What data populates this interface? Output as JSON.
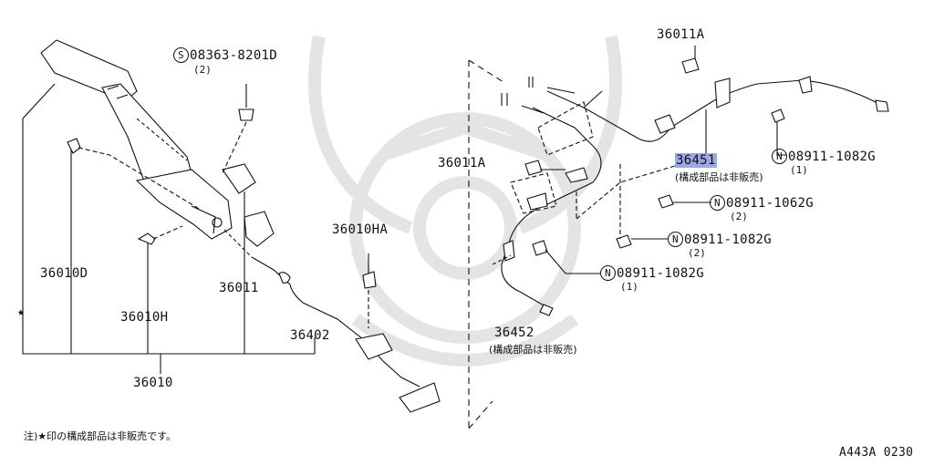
{
  "labels": {
    "bolt_08363": {
      "code": "08363-8201D",
      "qty": "(2)",
      "prefix": "S"
    },
    "p36010D": "36010D",
    "p36010H": "36010H",
    "p36011": "36011",
    "p36010HA": "36010HA",
    "p36402": "36402",
    "p36010": "36010",
    "star": "★",
    "p36011A_top": "36011A",
    "p36011A_mid": "36011A",
    "p36451": "36451",
    "p36451_note": "(構成部品は非販売)",
    "nut_1082G_a": {
      "code": "08911-1082G",
      "qty": "(1)",
      "prefix": "N"
    },
    "nut_1062G": {
      "code": "08911-1062G",
      "qty": "(2)",
      "prefix": "N"
    },
    "nut_1082G_b": {
      "code": "08911-1082G",
      "qty": "(2)",
      "prefix": "N"
    },
    "nut_1082G_c": {
      "code": "08911-1082G",
      "qty": "(1)",
      "prefix": "N"
    },
    "p36452": "36452",
    "p36452_note": "(構成部品は非販売)",
    "footnote": "注)★印の構成部品は非販売です。",
    "figure_id": "A443A 0230"
  },
  "colors": {
    "highlight": "#9aa9e6",
    "line": "#111111",
    "watermark": "#e6e6e6"
  }
}
